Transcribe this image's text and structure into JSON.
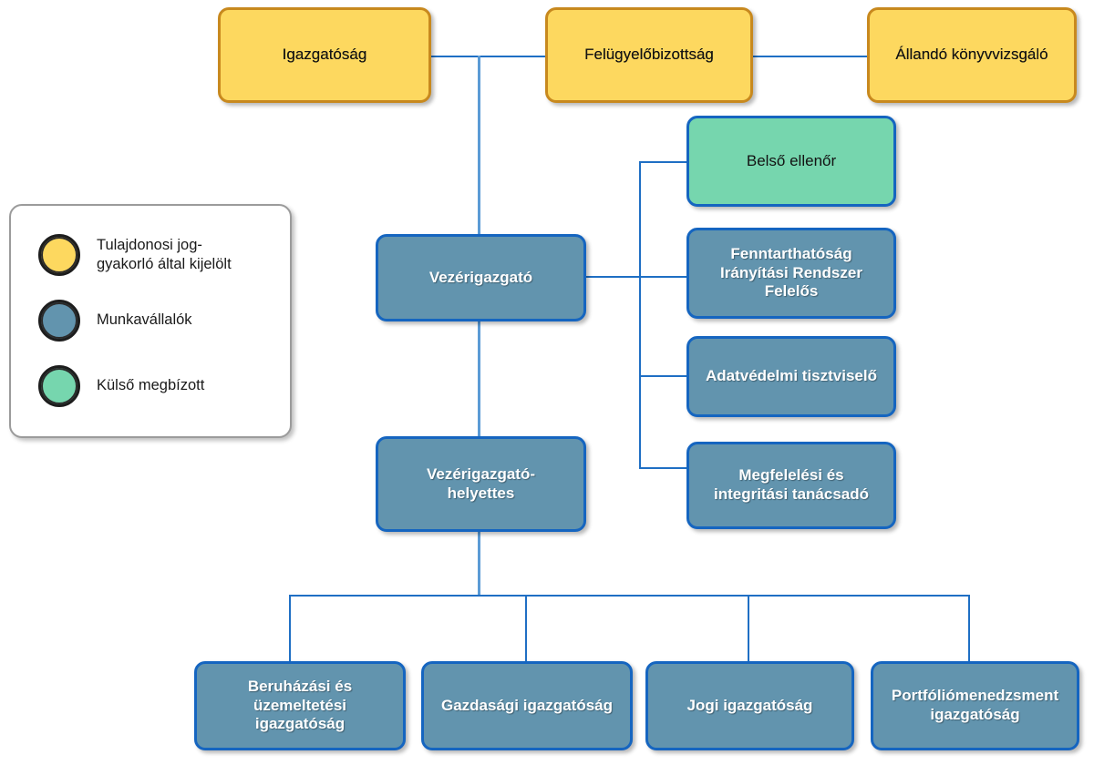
{
  "chart_type": "organizational-chart",
  "language": "hu",
  "colors": {
    "yellow_fill": "#FDD85F",
    "yellow_border": "#C8891E",
    "blue_fill": "#6294AE",
    "blue_border": "#1565C0",
    "green_fill": "#76D6AE",
    "green_border": "#1565C0",
    "connector": "#1F6FC4",
    "connector_light": "#5B9BD5",
    "legend_border": "#9B9B9B",
    "background": "#FFFFFF"
  },
  "nodes": {
    "board": {
      "label": "Igazgatóság",
      "category": "owner-appointed"
    },
    "supervisory_board": {
      "label": "Felügyelőbizottság",
      "category": "owner-appointed"
    },
    "permanent_auditor": {
      "label": "Állandó könyvvizsgáló",
      "category": "owner-appointed"
    },
    "ceo": {
      "label": "Vezérigazgató",
      "category": "employee"
    },
    "deputy_ceo": {
      "label": "Vezérigazgató-\nhelyettes",
      "category": "employee"
    },
    "internal_auditor": {
      "label": "Belső ellenőr",
      "category": "external"
    },
    "sustainability_officer": {
      "label": "Fenntarthatóság\nIrányítási Rendszer\nFelelős",
      "category": "employee"
    },
    "data_protection_officer": {
      "label": "Adatvédelmi tisztviselő",
      "category": "employee"
    },
    "compliance_advisor": {
      "label": "Megfelelési és\nintegritási tanácsadó",
      "category": "employee"
    },
    "investment_ops": {
      "label": "Beruházási és\nüzemeltetési\nigazgatóság",
      "category": "employee"
    },
    "economic": {
      "label": "Gazdasági igazgatóság",
      "category": "employee"
    },
    "legal": {
      "label": "Jogi igazgatóság",
      "category": "employee"
    },
    "portfolio_management": {
      "label": "Portfóliómenedzsment\nigazgatóság",
      "category": "employee"
    }
  },
  "legend": {
    "items": [
      {
        "icon": "yellow-circle-icon",
        "label": "Tulajdonosi jog-\ngyakorló által kijelölt",
        "color": "#FDD85F"
      },
      {
        "icon": "blue-circle-icon",
        "label": "Munkavállalók",
        "color": "#6294AE"
      },
      {
        "icon": "green-circle-icon",
        "label": "Külső megbízott",
        "color": "#76D6AE"
      }
    ]
  }
}
